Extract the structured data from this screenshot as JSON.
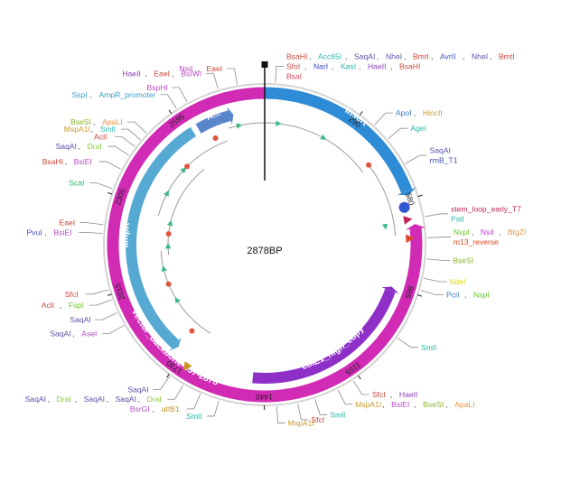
{
  "plasmid": {
    "size_label": "2878BP",
    "length": 2878
  },
  "ticks": [
    {
      "pos": 290,
      "label": "290"
    },
    {
      "pos": 580,
      "label": "580"
    },
    {
      "pos": 865,
      "label": "865"
    },
    {
      "pos": 1155,
      "label": "1155"
    },
    {
      "pos": 1440,
      "label": "1440"
    },
    {
      "pos": 1730,
      "label": "1730"
    },
    {
      "pos": 2015,
      "label": "2015"
    },
    {
      "pos": 2305,
      "label": "2305"
    },
    {
      "pos": 2595,
      "label": "2595"
    }
  ],
  "features": [
    {
      "name": "insert",
      "start": 0,
      "end": 568,
      "ring": "outer",
      "color": "#2e8bd6",
      "dir": 1
    },
    {
      "name": "colE1_high_copy",
      "start": 866,
      "end": 1480,
      "ring": "inner",
      "color": "#8e2fc8",
      "dir": -1
    },
    {
      "name": "vector_backbone-657-2878",
      "start": 657,
      "end": 2878,
      "ring": "outer",
      "color": "#d12ab4",
      "dir": -1
    },
    {
      "name": "ampR",
      "start": 1760,
      "end": 2620,
      "ring": "inner",
      "color": "#55a9d3",
      "dir": -1
    },
    {
      "name": "A...",
      "start": 2640,
      "end": 2770,
      "ring": "inner",
      "color": "#5a86cc",
      "dir": 1
    }
  ],
  "markers": [
    {
      "pos": 0,
      "color": "#111111"
    },
    {
      "pos": 600,
      "color": "#2f57d2",
      "shape": "pentagon"
    },
    {
      "pos": 640,
      "color": "#c0245a",
      "shape": "tri"
    },
    {
      "pos": 700,
      "color": "#e04a2a",
      "shape": "tri"
    },
    {
      "pos": 1700,
      "color": "#c8951a",
      "shape": "tri"
    }
  ],
  "sites": [
    {
      "pos": 30,
      "color": "#c8463c",
      "lines": [
        [
          {
            "t": "BsaHI",
            "c": "#c8463c"
          },
          {
            "t": "Acc65I",
            "c": "#2bb5a8"
          },
          {
            "t": "SaqAI",
            "c": "#5a52a8"
          },
          {
            "t": "NheI",
            "c": "#5a52a8"
          },
          {
            "t": "BmtI",
            "c": "#c8463c"
          },
          {
            "t": "AvrII",
            "c": "#3c4db8"
          },
          {
            "t": "NheI",
            "c": "#5a52a8"
          },
          {
            "t": "BmtI",
            "c": "#c8463c"
          }
        ],
        [
          {
            "t": "SfoI",
            "c": "#c8463c"
          },
          {
            "t": "NarI",
            "c": "#3c4db8"
          },
          {
            "t": "KasI",
            "c": "#2bb5a8"
          },
          {
            "t": "HaeII",
            "c": "#8e3cb8"
          },
          {
            "t": "BsaHI",
            "c": "#c8463c"
          }
        ],
        [
          {
            "t": "BsaI",
            "c": "#d84a5a"
          }
        ]
      ]
    },
    {
      "pos": 340,
      "lines": [
        [
          {
            "t": "ApoI",
            "c": "#3c7bc8"
          },
          {
            "t": "HincII",
            "c": "#c89a2a"
          }
        ]
      ]
    },
    {
      "pos": 395,
      "lines": [
        [
          {
            "t": "AgeI",
            "c": "#2bb5a8"
          }
        ]
      ]
    },
    {
      "pos": 480,
      "lines": [
        [
          {
            "t": "SaqAI",
            "c": "#5a52a8"
          }
        ],
        [
          {
            "t": "rrnB_T1",
            "c": "#3c4db8"
          }
        ]
      ]
    },
    {
      "pos": 640,
      "lines": [
        [
          {
            "t": "stem_loop_early_T7",
            "c": "#c0245a"
          }
        ],
        [
          {
            "t": "PstI",
            "c": "#2bb5a8"
          }
        ]
      ]
    },
    {
      "pos": 700,
      "lines": [
        [
          {
            "t": "NspI",
            "c": "#6ac82a"
          },
          {
            "t": "NsiI",
            "c": "#b84ac8"
          },
          {
            "t": "BtgZI",
            "c": "#e8934a"
          }
        ],
        [
          {
            "t": "m13_reverse",
            "c": "#e04a2a"
          }
        ]
      ]
    },
    {
      "pos": 760,
      "lines": [
        [
          {
            "t": "BseSI",
            "c": "#8ab42a"
          }
        ]
      ]
    },
    {
      "pos": 815,
      "lines": [
        [
          {
            "t": "NdeI",
            "c": "#e0d42a"
          }
        ]
      ]
    },
    {
      "pos": 850,
      "lines": [
        [
          {
            "t": "PciI",
            "c": "#3c7bc8"
          },
          {
            "t": "NspI",
            "c": "#6ac82a"
          }
        ]
      ]
    },
    {
      "pos": 1000,
      "lines": [
        [
          {
            "t": "SmlI",
            "c": "#2bb5a8"
          }
        ]
      ]
    },
    {
      "pos": 1175,
      "lines": [
        [
          {
            "t": "SfcI",
            "c": "#c8463c"
          },
          {
            "t": "HaeII",
            "c": "#8e3cb8"
          }
        ]
      ]
    },
    {
      "pos": 1225,
      "lines": [
        [
          {
            "t": "MspA1I",
            "c": "#c89a2a"
          },
          {
            "t": "BsiEI",
            "c": "#b84ac8"
          },
          {
            "t": "BseSI",
            "c": "#8ab42a"
          },
          {
            "t": "ApaLI",
            "c": "#e8934a"
          }
        ]
      ]
    },
    {
      "pos": 1295,
      "lines": [
        [
          {
            "t": "SmlI",
            "c": "#2bb5a8"
          }
        ]
      ]
    },
    {
      "pos": 1345,
      "lines": [
        [
          {
            "t": "SfcI",
            "c": "#c8463c"
          }
        ]
      ]
    },
    {
      "pos": 1405,
      "lines": [
        [
          {
            "t": "MspA1I",
            "c": "#c89a2a"
          }
        ]
      ]
    },
    {
      "pos": 1570,
      "lines": [
        [
          {
            "t": "SmlI",
            "c": "#2bb5a8"
          }
        ]
      ]
    },
    {
      "pos": 1625,
      "lines": [
        [
          {
            "t": "BsrGI",
            "c": "#b84ac8"
          },
          {
            "t": "attB1",
            "c": "#c8951a"
          }
        ]
      ]
    },
    {
      "pos": 1680,
      "lines": [
        [
          {
            "t": "SaqAI",
            "c": "#5a52a8"
          },
          {
            "t": "DraI",
            "c": "#8ac842"
          },
          {
            "t": "SaqAI",
            "c": "#5a52a8"
          },
          {
            "t": "SaqAI",
            "c": "#5a52a8"
          },
          {
            "t": "DraI",
            "c": "#8ac842"
          }
        ]
      ]
    },
    {
      "pos": 1725,
      "lines": [
        [
          {
            "t": "SaqAI",
            "c": "#5a52a8"
          }
        ]
      ]
    },
    {
      "pos": 1920,
      "lines": [
        [
          {
            "t": "SaqAI",
            "c": "#5a52a8"
          },
          {
            "t": "AseI",
            "c": "#b84ac8"
          }
        ]
      ]
    },
    {
      "pos": 1960,
      "lines": [
        [
          {
            "t": "SaqAI",
            "c": "#5a52a8"
          }
        ]
      ]
    },
    {
      "pos": 2000,
      "lines": [
        [
          {
            "t": "AclI",
            "c": "#c8463c"
          },
          {
            "t": "FspI",
            "c": "#6ac82a"
          }
        ]
      ]
    },
    {
      "pos": 2030,
      "lines": [
        [
          {
            "t": "SfcI",
            "c": "#c8463c"
          }
        ]
      ]
    },
    {
      "pos": 2190,
      "lines": [
        [
          {
            "t": "PvuI",
            "c": "#3c4db8"
          },
          {
            "t": "BsiEI",
            "c": "#b84ac8"
          }
        ]
      ]
    },
    {
      "pos": 2215,
      "lines": [
        [
          {
            "t": "EaeI",
            "c": "#c8463c"
          }
        ]
      ]
    },
    {
      "pos": 2320,
      "lines": [
        [
          {
            "t": "ScaI",
            "c": "#2bb56a"
          }
        ]
      ]
    },
    {
      "pos": 2380,
      "lines": [
        [
          {
            "t": "BsaHI",
            "c": "#c8463c"
          },
          {
            "t": "BsiEI",
            "c": "#b84ac8"
          }
        ]
      ]
    },
    {
      "pos": 2425,
      "lines": [
        [
          {
            "t": "SaqAI",
            "c": "#5a52a8"
          },
          {
            "t": "DraI",
            "c": "#8ac842"
          }
        ]
      ]
    },
    {
      "pos": 2455,
      "lines": [
        [
          {
            "t": "AclI",
            "c": "#c8463c"
          }
        ]
      ]
    },
    {
      "pos": 2480,
      "lines": [
        [
          {
            "t": "MspA1I",
            "c": "#c89a2a"
          },
          {
            "t": "SmlI",
            "c": "#2bb5a8"
          }
        ]
      ]
    },
    {
      "pos": 2505,
      "lines": [
        [
          {
            "t": "BseSI",
            "c": "#8ab42a"
          },
          {
            "t": "ApaLI",
            "c": "#e8934a"
          }
        ]
      ]
    },
    {
      "pos": 2615,
      "lines": [
        [
          {
            "t": "SspI",
            "c": "#3ca0c8"
          },
          {
            "t": "AmpR_promoter",
            "c": "#3ca0c8"
          }
        ]
      ]
    },
    {
      "pos": 2650,
      "lines": [
        [
          {
            "t": "BspHI",
            "c": "#b84ac8"
          }
        ]
      ]
    },
    {
      "pos": 2745,
      "lines": [
        [
          {
            "t": "HaeII",
            "c": "#8e3cb8"
          },
          {
            "t": "EaeI",
            "c": "#c8463c"
          },
          {
            "t": "BsIWI",
            "c": "#b84ac8"
          }
        ]
      ]
    },
    {
      "pos": 2800,
      "lines": [
        [
          {
            "t": "NsiI",
            "c": "#b84ac8"
          },
          {
            "t": "EaeI",
            "c": "#c8463c"
          }
        ]
      ]
    }
  ]
}
